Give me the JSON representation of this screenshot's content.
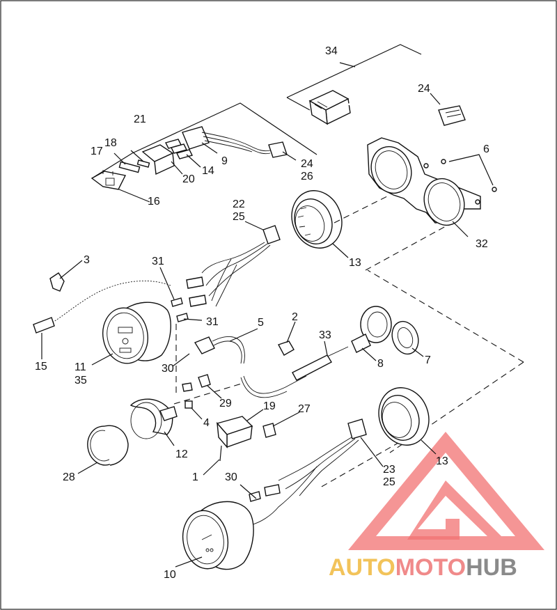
{
  "callouts": [
    {
      "id": "c34",
      "text": "34"
    },
    {
      "id": "c24a",
      "text": "24"
    },
    {
      "id": "c21",
      "text": "21"
    },
    {
      "id": "c6",
      "text": "6"
    },
    {
      "id": "c18",
      "text": "18"
    },
    {
      "id": "c17",
      "text": "17"
    },
    {
      "id": "c9",
      "text": "9"
    },
    {
      "id": "c24b",
      "text": "24"
    },
    {
      "id": "c26",
      "text": "26"
    },
    {
      "id": "c14",
      "text": "14"
    },
    {
      "id": "c20",
      "text": "20"
    },
    {
      "id": "c16",
      "text": "16"
    },
    {
      "id": "c22",
      "text": "22"
    },
    {
      "id": "c25a",
      "text": "25"
    },
    {
      "id": "c32",
      "text": "32"
    },
    {
      "id": "c13a",
      "text": "13"
    },
    {
      "id": "c3",
      "text": "3"
    },
    {
      "id": "c31a",
      "text": "31"
    },
    {
      "id": "c31b",
      "text": "31"
    },
    {
      "id": "c5",
      "text": "5"
    },
    {
      "id": "c2",
      "text": "2"
    },
    {
      "id": "c33",
      "text": "33"
    },
    {
      "id": "c7",
      "text": "7"
    },
    {
      "id": "c8",
      "text": "8"
    },
    {
      "id": "c15",
      "text": "15"
    },
    {
      "id": "c11",
      "text": "11"
    },
    {
      "id": "c35",
      "text": "35"
    },
    {
      "id": "c30a",
      "text": "30"
    },
    {
      "id": "c29",
      "text": "29"
    },
    {
      "id": "c4",
      "text": "4"
    },
    {
      "id": "c19",
      "text": "19"
    },
    {
      "id": "c27",
      "text": "27"
    },
    {
      "id": "c12",
      "text": "12"
    },
    {
      "id": "c28",
      "text": "28"
    },
    {
      "id": "c1",
      "text": "1"
    },
    {
      "id": "c13b",
      "text": "13"
    },
    {
      "id": "c23",
      "text": "23"
    },
    {
      "id": "c25b",
      "text": "25"
    },
    {
      "id": "c30b",
      "text": "30"
    },
    {
      "id": "c10",
      "text": "10"
    }
  ],
  "watermark": {
    "part1": "AUTO",
    "part2": "MOTO",
    "part3": "HUB",
    "colors": {
      "auto": "#f2c35a",
      "moto": "#f08a8a",
      "hub": "#8a8a8a",
      "logo": "#ef5a5a"
    }
  }
}
